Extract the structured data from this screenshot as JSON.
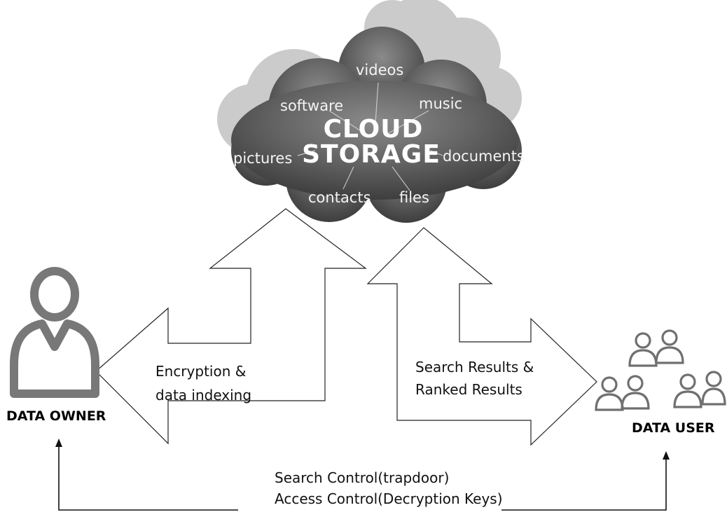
{
  "cloud": {
    "title_line1": "CLOUD",
    "title_line2": "STORAGE",
    "items": {
      "videos": "videos",
      "software": "software",
      "music": "music",
      "pictures": "pictures",
      "documents": "documents",
      "contacts": "contacts",
      "files": "files"
    }
  },
  "owner_arrow": {
    "line1": "Encryption &",
    "line2": "data indexing"
  },
  "user_arrow": {
    "line1": "Search Results &",
    "line2": "Ranked Results"
  },
  "control": {
    "line1": "Search Control(trapdoor)",
    "line2": "Access Control(Decryption Keys)"
  },
  "roles": {
    "owner": "DATA OWNER",
    "user": "DATA USER"
  },
  "colors": {
    "cloud_dark": "#5f5f5f",
    "cloud_light": "#b9b9b9",
    "icon_gray": "#777777",
    "arrow_stroke": "#222222"
  }
}
